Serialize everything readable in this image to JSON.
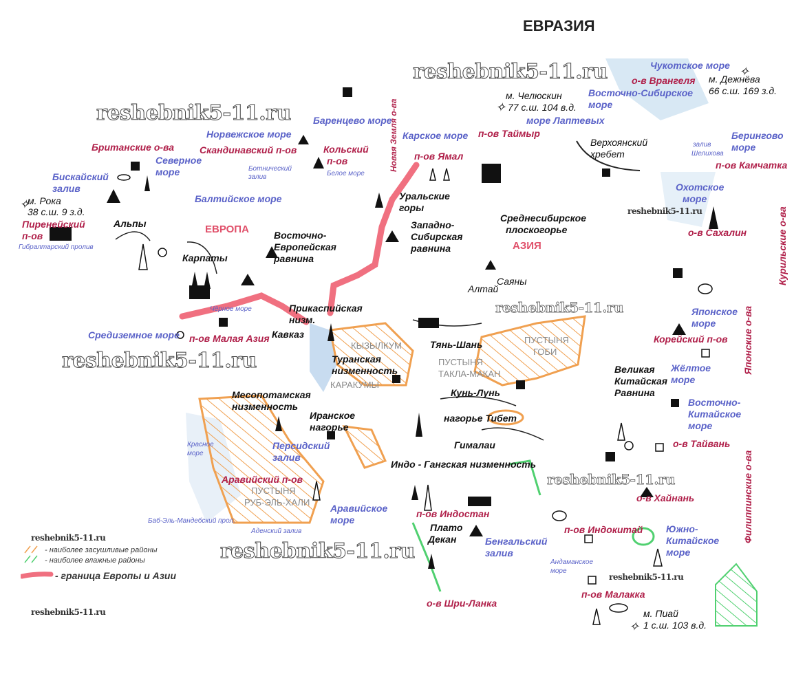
{
  "title": "ЕВРАЗИЯ",
  "continents": [
    "ЕВРОПА",
    "АЗИЯ"
  ],
  "watermark": "reshebnik5-11.ru",
  "seas": [
    "Норвежское море",
    "Баренцево море",
    "Карское море",
    "Северное",
    "море",
    "Бискайский",
    "залив",
    "Ботнический",
    "залив",
    "Белое море",
    "Балтийское море",
    "Гибралтарский пролив",
    "Чёрное море",
    "Средиземное море",
    "Красное",
    "море",
    "Персидский",
    "залив",
    "Баб-Эль-Мандебский прол.",
    "Аденский залив",
    "Аравийское",
    "море",
    "Бенгальский",
    "залив",
    "Андаманское",
    "море",
    "Южно-",
    "Китайское",
    "море",
    "Восточно-",
    "Китайское",
    "море",
    "Жёлтое",
    "море",
    "Японское",
    "море",
    "Охотское",
    "море",
    "Берингово",
    "море",
    "залив",
    "Шелихова",
    "Восточно-Сибирское",
    "море",
    "Чукотское море",
    "море Лаптевых"
  ],
  "peninsulas": [
    "Британские о-ва",
    "Скандинавский п-ов",
    "Кольский",
    "п-ов",
    "п-ов Ямал",
    "п-ов Таймыр",
    "Пиренейский",
    "п-ов",
    "п-ов Малая Азия",
    "Аравийский п-ов",
    "п-ов Индостан",
    "о-в Шри-Ланка",
    "п-ов Индокитай",
    "п-ов Малакка",
    "о-в Хайнань",
    "о-в Тайвань",
    "Корейский п-ов",
    "о-в Сахалин",
    "п-ов Камчатка",
    "о-в Врангеля",
    "Курильские о-ва",
    "Японские о-ва",
    "Филиппинские о-ва",
    "Новая Земля о-ва"
  ],
  "landforms": [
    "м. Рока",
    "38 с.ш. 9 з.д.",
    "Альпы",
    "Карпаты",
    "Восточно-",
    "Европейская",
    "равнина",
    "Уральские",
    "горы",
    "Западно-",
    "Сибирская",
    "равнина",
    "Среднесибирское",
    "плоскогорье",
    "Верхоянский",
    "хребет",
    "м. Челюскин",
    "77 с.ш. 104 в.д.",
    "м. Дежнёва",
    "66 с.ш. 169 з.д.",
    "Прикаспийская",
    "низм.",
    "Кавказ",
    "Алтай",
    "Саяны",
    "Тянь-Шань",
    "Туранская",
    "низменность",
    "Месопотамская",
    "низменность",
    "Иранское",
    "нагорье",
    "Кунь-Лунь",
    "нагорье Тибет",
    "Гималаи",
    "Индо - Гангская низменность",
    "Плато",
    "Декан",
    "Великая",
    "Китайская",
    "Равнина",
    "м. Пиай",
    "1 с.ш. 103 в.д."
  ],
  "deserts": [
    "КЫЗЫЛКУМ",
    "КАРАКУМЫ",
    "ПУСТЫНЯ",
    "ТАКЛА-МАКАН",
    "ПУСТЫНЯ",
    "ГОБИ",
    "ПУСТЫНЯ",
    "РУБ-ЭЛЬ-ХАЛИ"
  ],
  "legend": {
    "dry": "- наиболее засушливые районы",
    "wet": "- наиболее влажные районы",
    "border": "- граница Европы и Азии"
  },
  "colors": {
    "border": "#f07080",
    "dry": "#f0a050",
    "wet": "#50d070",
    "sea": "#5a62c8",
    "peninsula": "#b0204a"
  }
}
